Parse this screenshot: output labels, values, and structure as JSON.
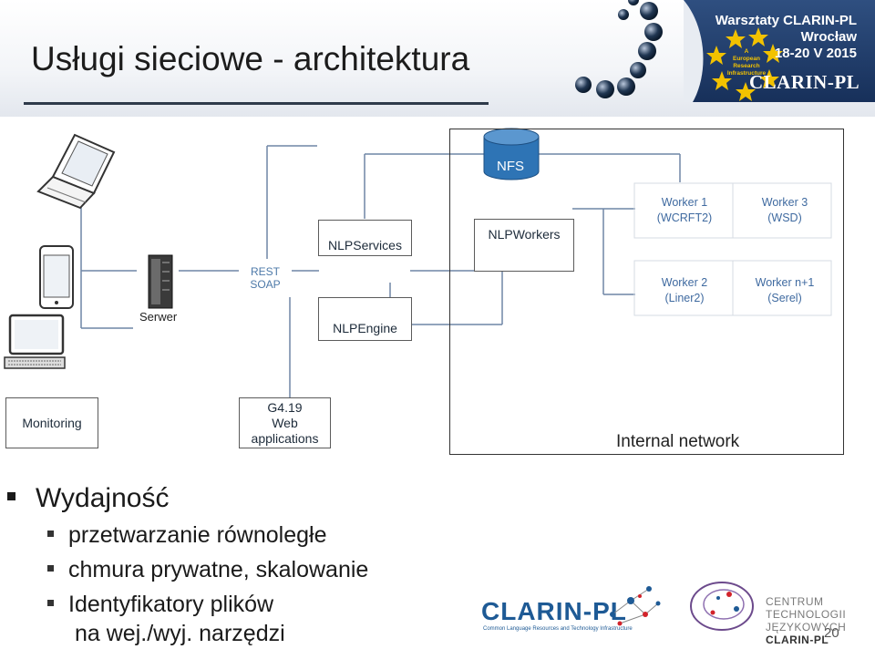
{
  "slide": {
    "title": "Usługi sieciowe - architektura",
    "event_line1": "Warsztaty CLARIN-PL",
    "event_line2": "Wrocław",
    "event_line3": "18-20 V 2015",
    "clarin_logo_top": "CLARIN-PL",
    "eu_badge_lines": [
      "A",
      "European",
      "Research",
      "Infrastructure"
    ],
    "page_number": "20"
  },
  "diagram": {
    "nodes": {
      "nfs": "NFS",
      "nlpservices": "NLPServices",
      "nlpworkers": "NLPWorkers",
      "nlpengine": "NLPEngine",
      "rest_soap_1": "REST",
      "rest_soap_2": "SOAP",
      "serwer": "Serwer",
      "worker1_1": "Worker 1",
      "worker1_2": "(WCRFT2)",
      "worker3_1": "Worker 3",
      "worker3_2": "(WSD)",
      "worker2_1": "Worker 2",
      "worker2_2": "(Liner2)",
      "workern_1": "Worker n+1",
      "workern_2": "(Serel)",
      "monitoring": "Monitoring",
      "g419_1": "G4.19",
      "g419_2": "Web",
      "g419_3": "applications",
      "internal_network": "Internal network"
    },
    "colors": {
      "nfs": "#2e74b5",
      "worker_text": "#3f6aa0",
      "line": "#5b5b5b"
    }
  },
  "bullets": {
    "main": "Wydajność",
    "items": [
      "przetwarzanie równoległe",
      "chmura prywatne, skalowanie",
      "Identyfikatory plików"
    ],
    "item3_cont": "na wej./wyj. narzędzi"
  },
  "footer": {
    "clarin_logo": "CLARIN-PL",
    "clarin_sub": "Common Language Resources and Technology Infrastructure",
    "ctj_line1": "CENTRUM TECHNOLOGII",
    "ctj_line2a": "JĘZYKOWYCH",
    "ctj_line2b": "CLARIN-PL"
  }
}
